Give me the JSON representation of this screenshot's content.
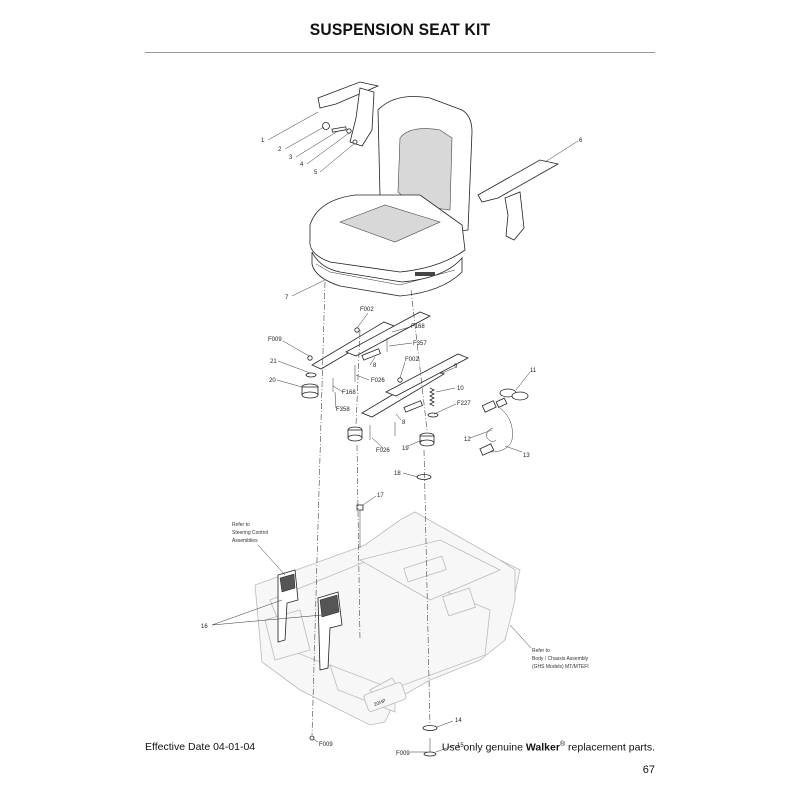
{
  "page": {
    "title": "SUSPENSION SEAT KIT",
    "effective_date": "Effective Date 04-01-04",
    "notice_prefix": "Use only genuine ",
    "notice_brand": "Walker",
    "notice_mark": "®",
    "notice_suffix": " replacement parts.",
    "page_number": "67"
  },
  "callouts": {
    "c1": "1",
    "c2": "2",
    "c3": "3",
    "c4": "4",
    "c5": "5",
    "c6": "6",
    "c7": "7",
    "c8a": "8",
    "c8b": "8",
    "c9": "9",
    "c10": "10",
    "c11": "11",
    "c12": "12",
    "c13": "13",
    "c14": "14",
    "c15": "15",
    "c16": "16",
    "c17": "17",
    "c18": "18",
    "c19": "19",
    "c20": "20",
    "c21": "21",
    "f002a": "F002",
    "f002b": "F002",
    "f168a": "F168",
    "f168b": "F168",
    "f357": "F357",
    "f026a": "F026",
    "f026b": "F026",
    "f009a": "F009",
    "f009b": "F009",
    "f009c": "F009",
    "f358": "F358",
    "f227": "F227"
  },
  "notes": {
    "steering": [
      "Refer to",
      "Steering Control",
      "Assemblies"
    ],
    "body": [
      "Refer to",
      "Body / Chassis Assembly",
      "(GHS Models) MT/MTEFI"
    ],
    "chassis_badge": "20HP"
  }
}
